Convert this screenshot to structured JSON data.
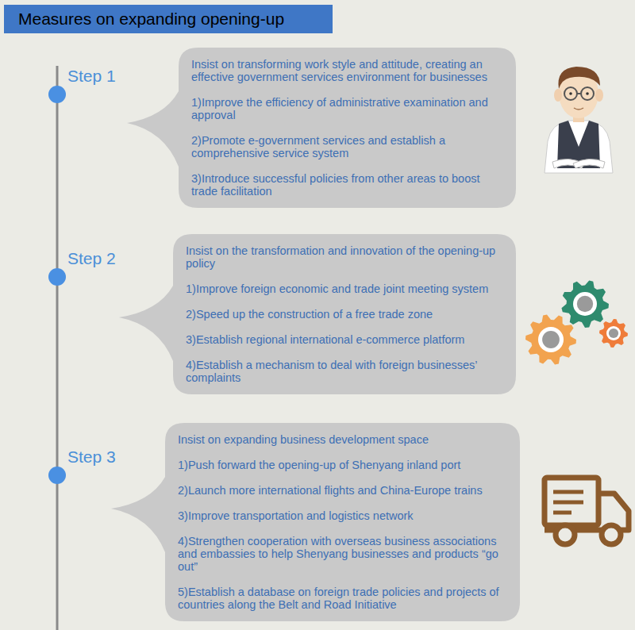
{
  "diagram": {
    "title": "Measures on expanding opening-up",
    "nodes": [
      {
        "text": [
          "Insist on transforming work style and attitude, creating an effective government services environment for businesses",
          "1)Improve the efficiency of administrative examination and approval",
          "2)Promote e-government services and establish a comprehensive service system",
          "3)Introduce successful policies from other areas to boost trade facilitation"
        ]
      },
      {
        "text": [
          "Insist on the transformation and innovation of the opening-up policy",
          "1)Improve foreign economic and trade joint meeting system",
          "2)Speed up the construction of a free trade zone",
          "3)Establish regional international e-commerce platform",
          "4)Establish a mechanism to deal with foreign businesses’ complaints"
        ]
      },
      {
        "text": [
          "Insist on expanding business development space",
          "1)Push forward the opening-up of Shenyang inland port",
          "2)Launch more international flights and China-Europe trains",
          "3)Improve transportation and logistics network",
          "4)Strengthen cooperation with overseas business associations and embassies to help Shenyang businesses and products “go out”",
          "5)Establish a database on foreign trade policies and projects of countries along the Belt and Road Initiative"
        ]
      }
    ],
    "labels": [
      "Step 1",
      "Step 2",
      "Step 3"
    ]
  }
}
